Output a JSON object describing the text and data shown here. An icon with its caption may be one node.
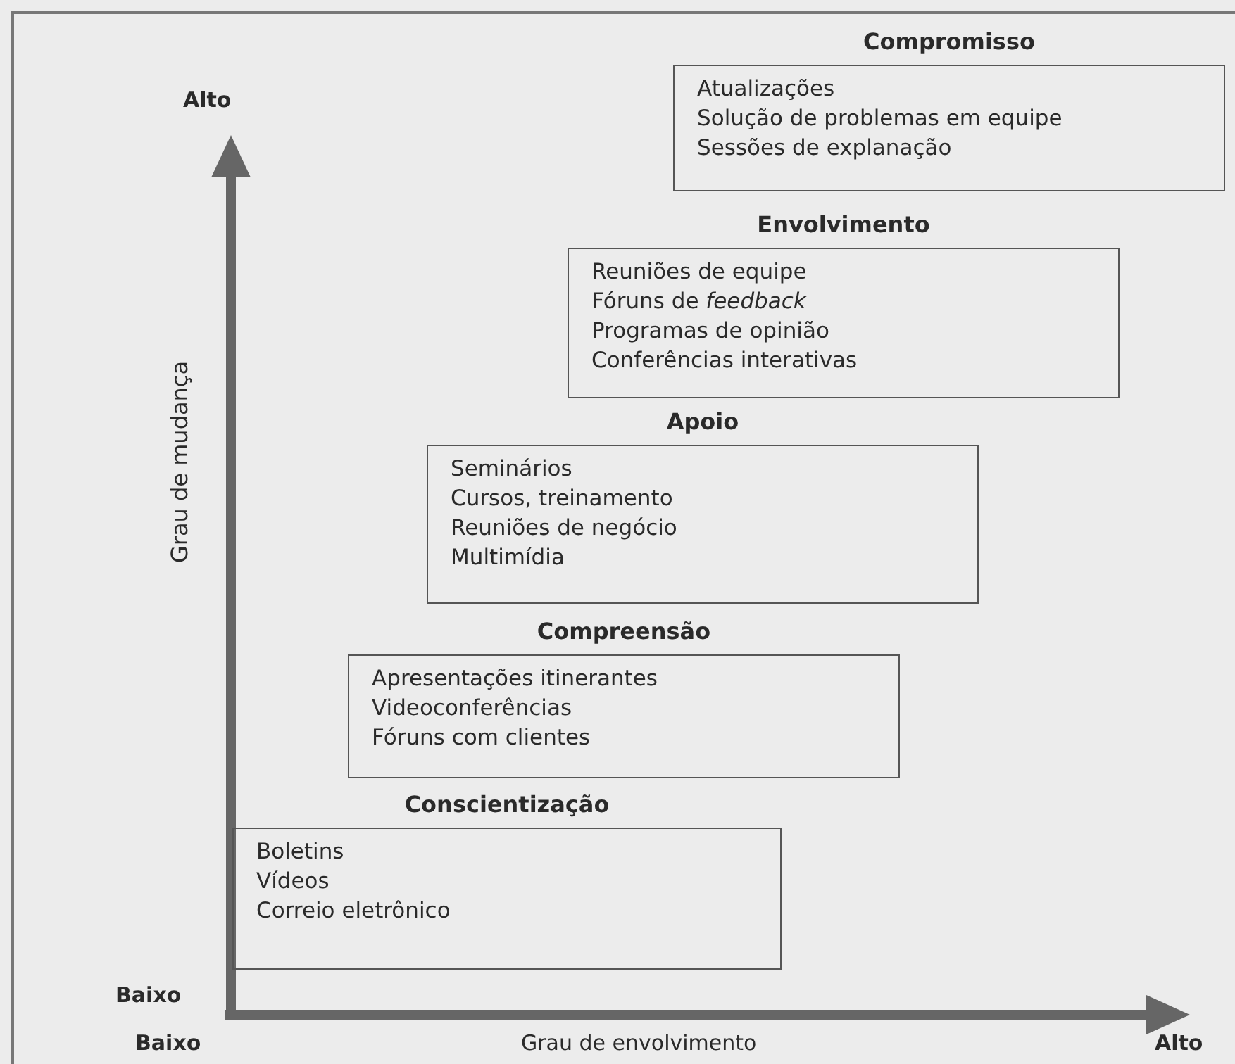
{
  "diagram": {
    "nodes": [
      {
        "text": [
          "Compromisso",
          "Atualizações",
          "Solução de problemas em equipe",
          "Sessões de explanação"
        ]
      },
      {
        "text": [
          "Envolvimento",
          "Reuniões de equipe",
          "Fóruns de *feedback*",
          "Programas de opinião",
          "Conferências interativas"
        ]
      },
      {
        "text": [
          "Apoio",
          "Seminários",
          "Cursos, treinamento",
          "Reuniões de negócio",
          "Multimídia"
        ]
      },
      {
        "text": [
          "Compreensão",
          "Apresentações itinerantes",
          "Videoconferências",
          "Fóruns com clientes"
        ]
      },
      {
        "text": [
          "Conscientização",
          "Boletins",
          "Vídeos",
          "Correio eletrônico"
        ]
      }
    ],
    "labels": [
      "Alto",
      "Grau de mudança",
      "Baixo",
      "Baixo",
      "Grau de envolvimento",
      "Alto"
    ]
  }
}
